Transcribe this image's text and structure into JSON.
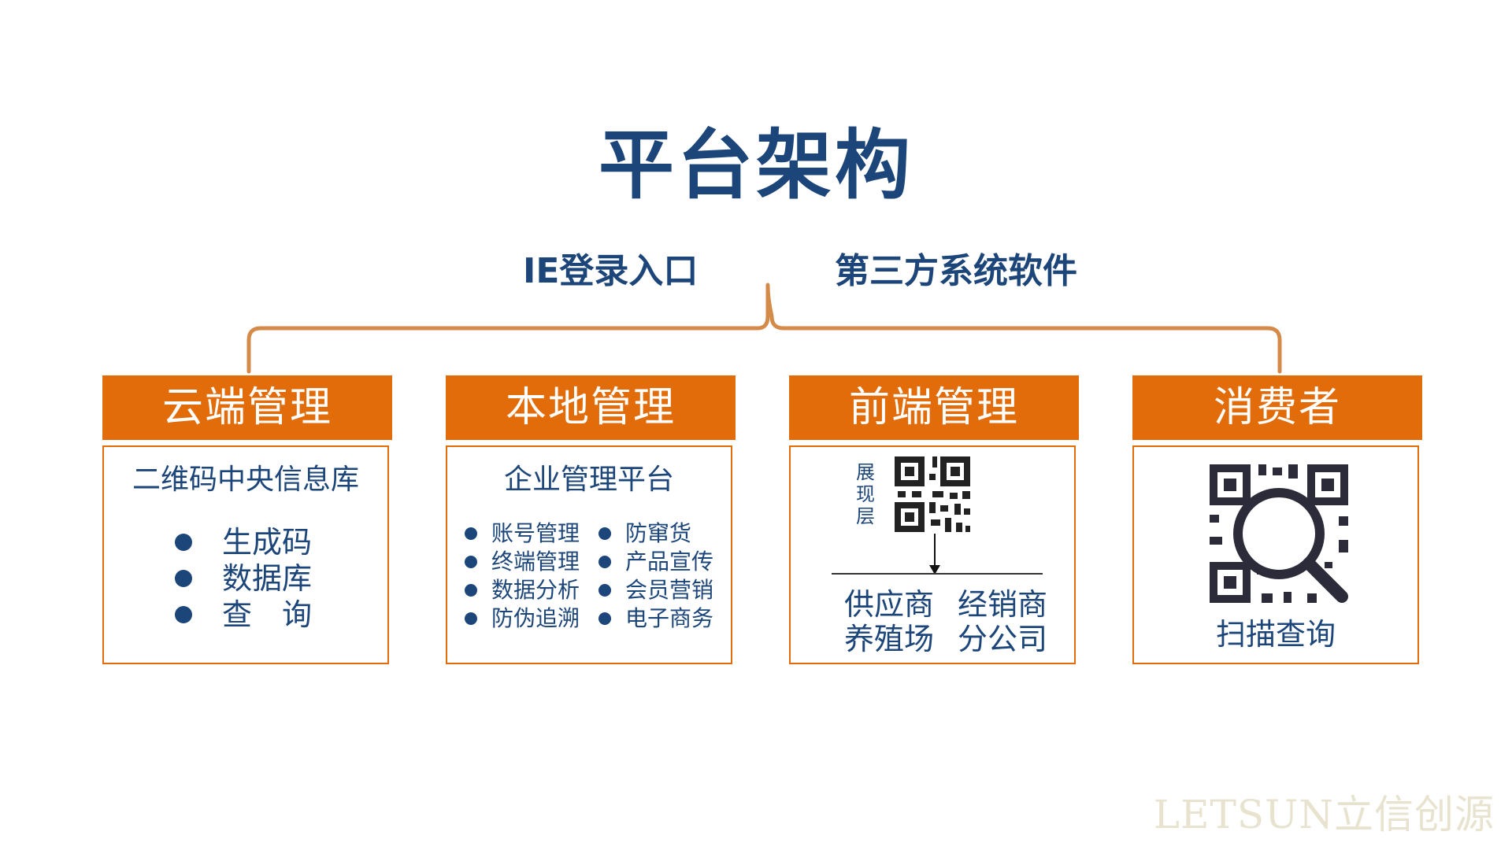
{
  "title": "平台架构",
  "entries": {
    "left": "IE登录入口",
    "right": "第三方系统软件"
  },
  "colors": {
    "accent": "#e36c0a",
    "text": "#1c4579",
    "brace": "#d48a48",
    "watermark": "#e8e3cf"
  },
  "columns": {
    "cloud": {
      "header": "云端管理",
      "subtitle": "二维码中央信息库",
      "items": [
        "生成码",
        "数据库",
        "查　询"
      ]
    },
    "local": {
      "header": "本地管理",
      "subtitle": "企业管理平台",
      "left_items": [
        "账号管理",
        "终端管理",
        "数据分析",
        "防伪追溯"
      ],
      "right_items": [
        "防窜货",
        "产品宣传",
        "会员营销",
        "电子商务"
      ]
    },
    "frontend": {
      "header": "前端管理",
      "layer_label": "展现层",
      "qr_icon": "qr-code-icon",
      "parties": [
        "供应商",
        "经销商",
        "养殖场",
        "分公司"
      ]
    },
    "consumer": {
      "header": "消费者",
      "scan_icon": "qr-magnifier-icon",
      "label": "扫描查询"
    }
  },
  "watermark": {
    "latin": "LETSUN",
    "chinese": "立信创源"
  }
}
